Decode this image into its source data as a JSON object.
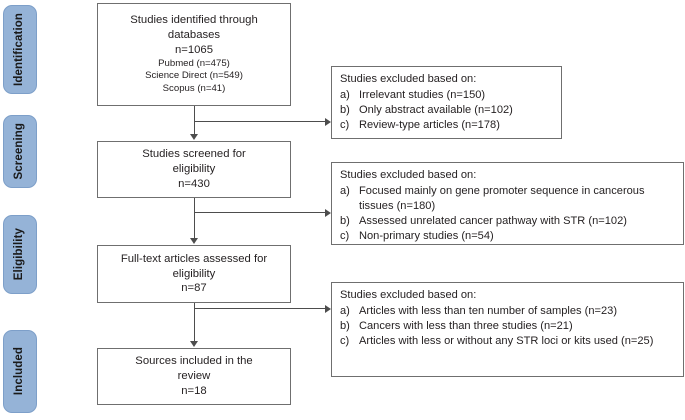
{
  "diagram": {
    "title": "PRISMA study selection flow diagram",
    "type": "prisma-flowchart",
    "accent_color": "#95b3d7",
    "box_border_color": "#6f6f6f",
    "connector_color": "#4d4d4d"
  },
  "stages": [
    {
      "label": "Identification"
    },
    {
      "label": "Screening"
    },
    {
      "label": "Eligibility"
    },
    {
      "label": "Included"
    }
  ],
  "flow_boxes": [
    {
      "id": "identified",
      "main_lines": [
        "Studies identified through",
        "databases",
        "n=1065"
      ],
      "sub_lines": [
        "Pubmed (n=475)",
        "Science Direct (n=549)",
        "Scopus (n=41)"
      ]
    },
    {
      "id": "screened",
      "main_lines": [
        "Studies screened for",
        "eligibility",
        "n=430"
      ],
      "sub_lines": []
    },
    {
      "id": "fulltext",
      "main_lines": [
        "Full-text articles assessed for",
        "eligibility",
        "n=87"
      ],
      "sub_lines": []
    },
    {
      "id": "included",
      "main_lines": [
        "Sources included in the",
        "review",
        "n=18"
      ],
      "sub_lines": []
    }
  ],
  "exclusion_boxes": [
    {
      "id": "excluded-screening",
      "title": "Studies excluded based on:",
      "items": [
        {
          "marker": "a)",
          "text": "Irrelevant studies (n=150)"
        },
        {
          "marker": "b)",
          "text": "Only abstract available (n=102)"
        },
        {
          "marker": "c)",
          "text": "Review-type articles (n=178)"
        }
      ]
    },
    {
      "id": "excluded-eligibility",
      "title": "Studies excluded based on:",
      "items": [
        {
          "marker": "a)",
          "text": "Focused mainly on gene promoter sequence in cancerous tissues (n=180)"
        },
        {
          "marker": "b)",
          "text": "Assessed unrelated cancer pathway with STR (n=102)"
        },
        {
          "marker": "c)",
          "text": "Non-primary studies (n=54)"
        }
      ]
    },
    {
      "id": "excluded-inclusion",
      "title": "Studies excluded based on:",
      "items": [
        {
          "marker": "a)",
          "text": "Articles with less than ten number of samples (n=23)"
        },
        {
          "marker": "b)",
          "text": "Cancers with less than three studies (n=21)"
        },
        {
          "marker": "c)",
          "text": "Articles with less or without any STR loci or kits used (n=25)"
        }
      ]
    }
  ]
}
